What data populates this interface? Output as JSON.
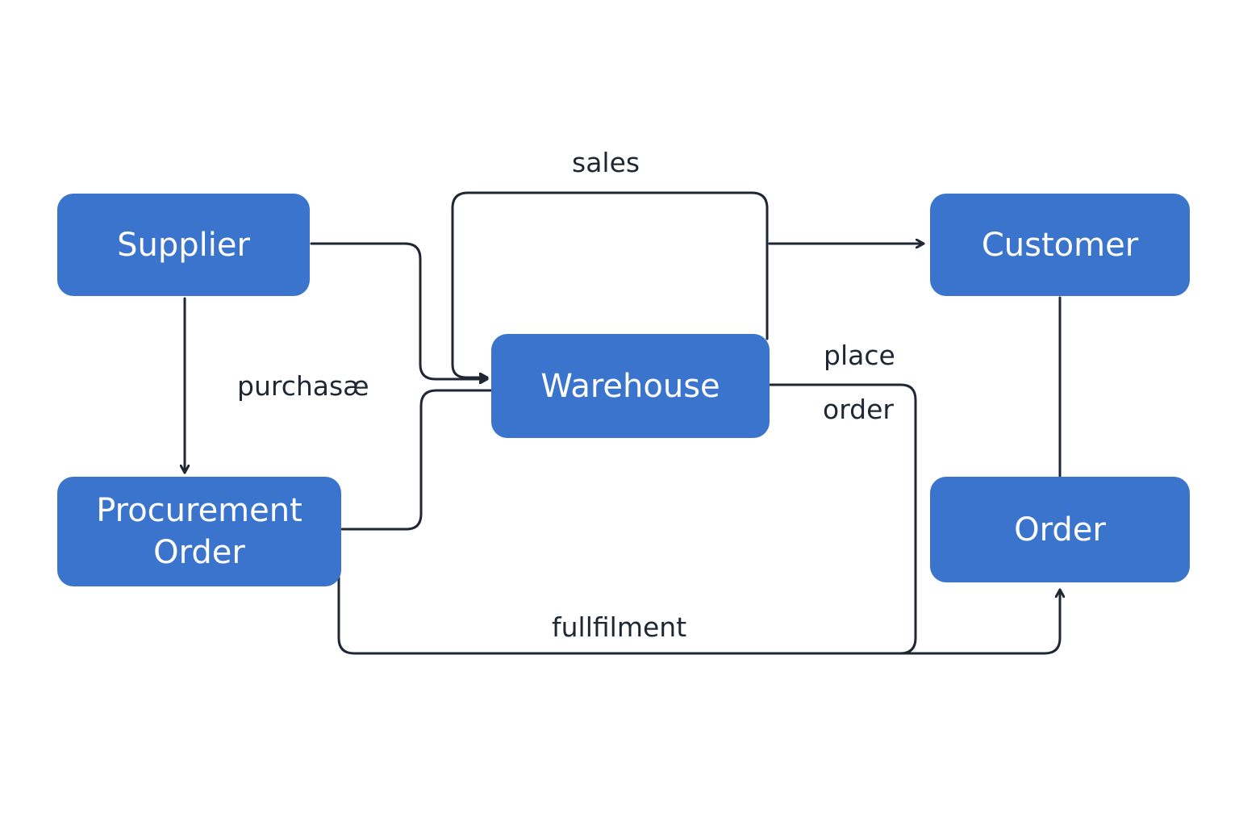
{
  "nodes": {
    "supplier": "Supplier",
    "procurement_order": "Procurement\nOrder",
    "warehouse": "Warehouse",
    "customer": "Customer",
    "order": "Order"
  },
  "edge_labels": {
    "sales": "sales",
    "purchase": "purchasæ",
    "place": "place",
    "order": "order",
    "fulfilment": "fullfilment"
  },
  "colors": {
    "node_fill": "#3a74cc",
    "node_text": "#ffffff",
    "edge_stroke": "#1f2733",
    "background": "#ffffff"
  }
}
